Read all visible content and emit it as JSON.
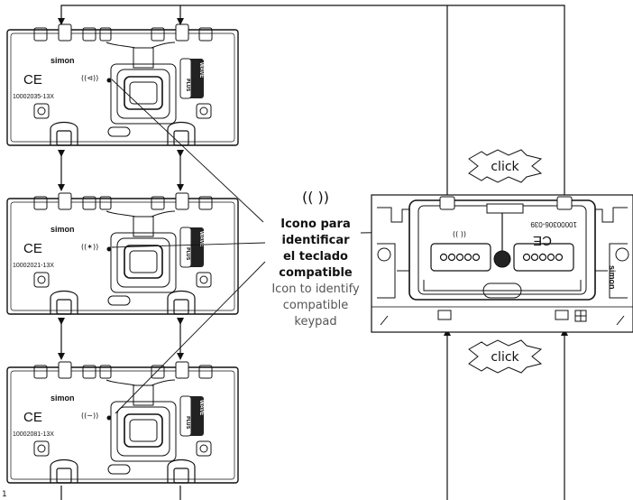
{
  "modules": [
    {
      "brand": "simon",
      "code": "10002035-13X",
      "ce": "CE",
      "icon": "((⊲))",
      "zwave": "WAVE",
      "plus": "PLUS"
    },
    {
      "brand": "simon",
      "code": "10002021-13X",
      "ce": "CE",
      "icon": "((✶))",
      "zwave": "WAVE",
      "plus": "PLUS"
    },
    {
      "brand": "simon",
      "code": "10002081-13X",
      "ce": "CE",
      "icon": "((∼))",
      "zwave": "WAVE",
      "plus": "PLUS"
    }
  ],
  "callout": {
    "symbol": "(( ))",
    "es_lines": [
      "Icono para",
      "identificar",
      "el teclado",
      "compatible"
    ],
    "en_lines": [
      "Icon to identify",
      "compatible",
      "keypad"
    ]
  },
  "base": {
    "code": "10000306-039",
    "icon": "(( ))",
    "ce": "CE",
    "brand": "simon"
  },
  "click_labels": [
    "click",
    "click"
  ],
  "page_number": "1"
}
